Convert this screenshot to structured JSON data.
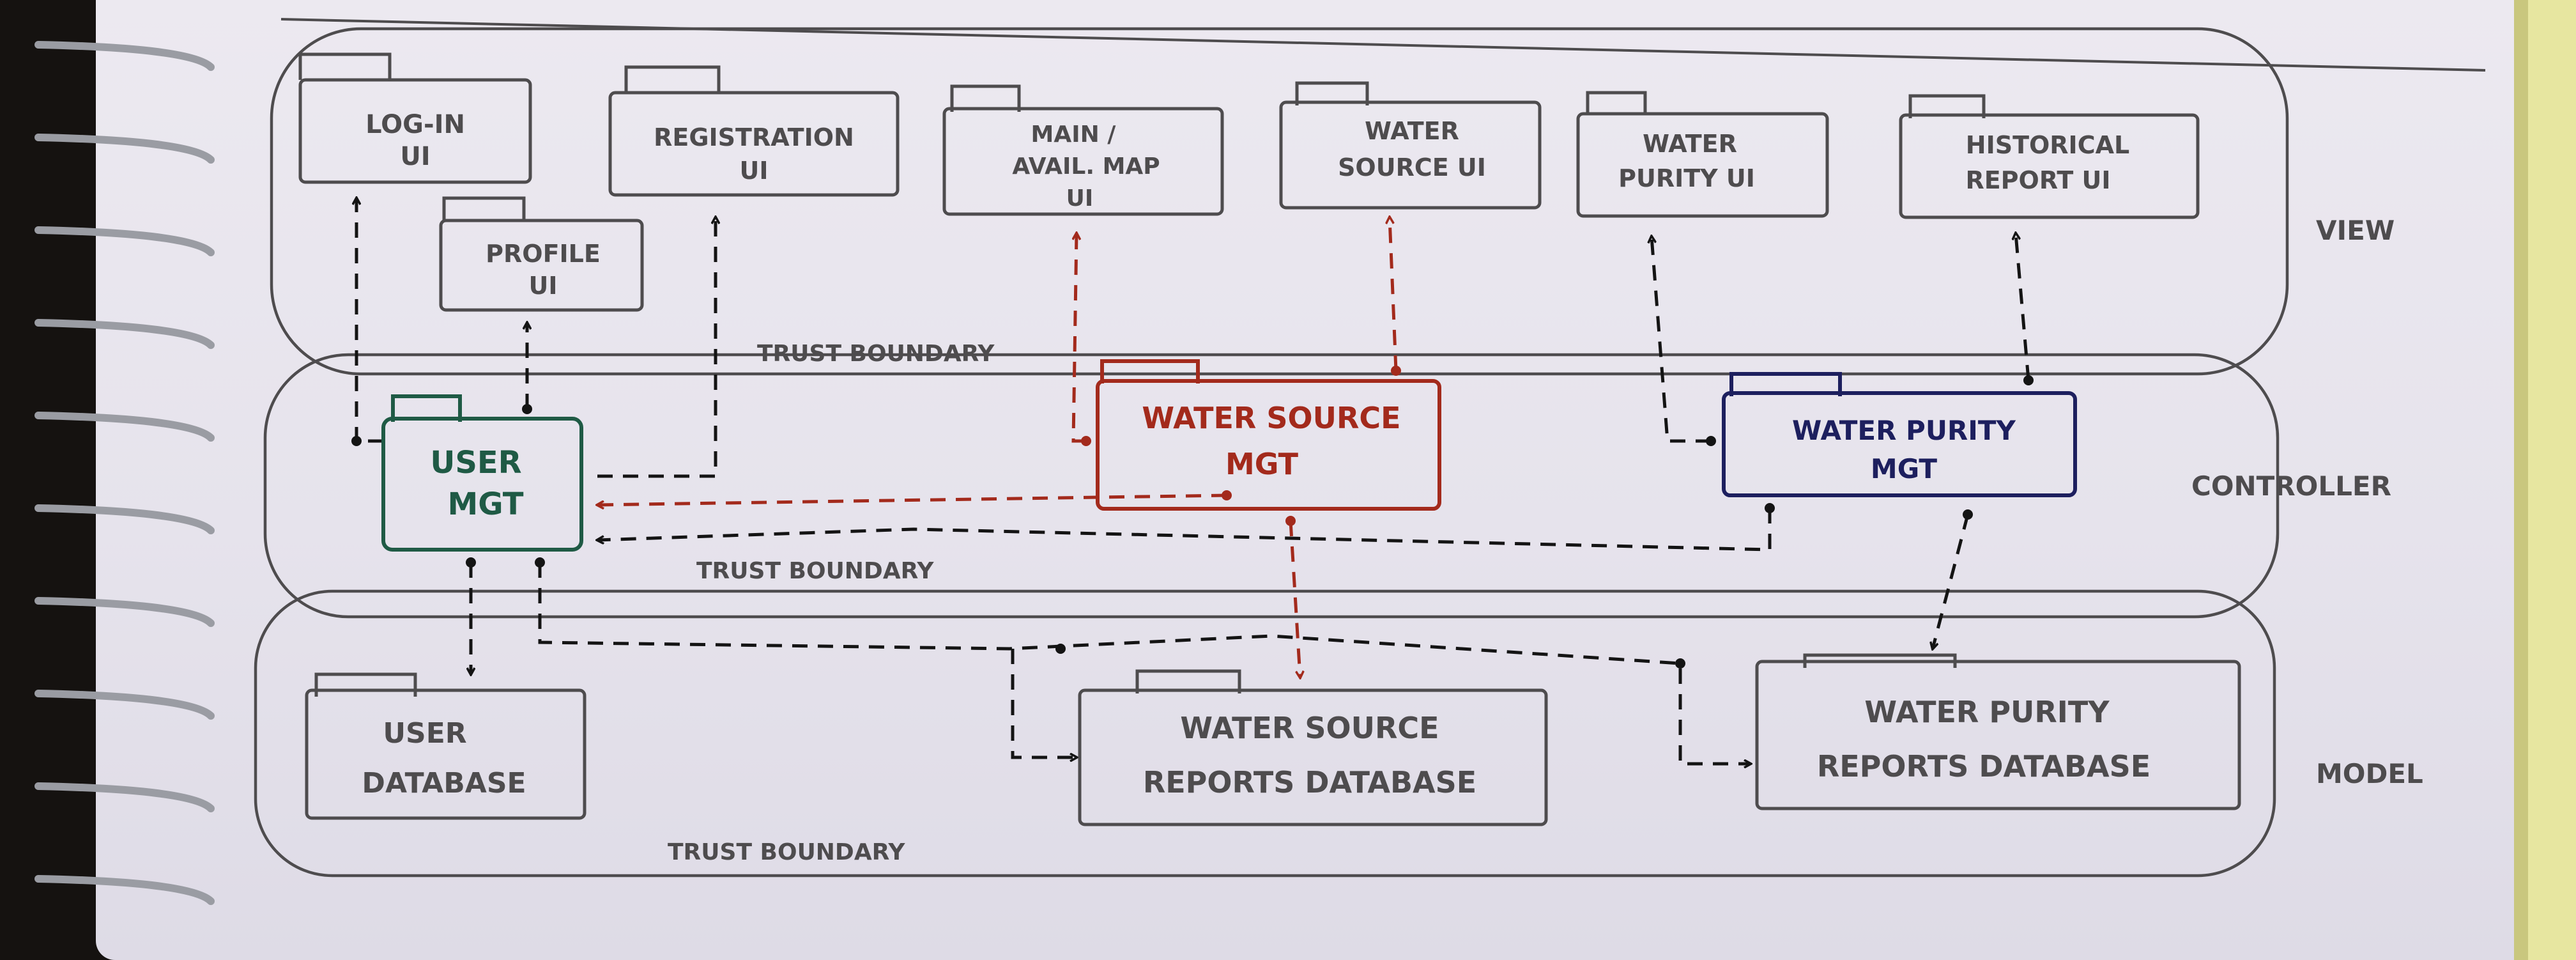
{
  "layers": {
    "view": "VIEW",
    "controller": "CONTROLLER",
    "model": "MODEL"
  },
  "trust_boundaries": [
    "TRUST BOUNDARY",
    "TRUST BOUNDARY",
    "TRUST BOUNDARY"
  ],
  "view_packages": {
    "login": [
      "LOG-IN",
      "UI"
    ],
    "registration": [
      "REGISTRATION",
      "UI"
    ],
    "profile": [
      "PROFILE",
      "UI"
    ],
    "main_map": [
      "MAIN /",
      "AVAIL. MAP",
      "UI"
    ],
    "water_source_ui": [
      "WATER",
      "SOURCE UI"
    ],
    "water_purity_ui": [
      "WATER",
      "PURITY UI"
    ],
    "historical_report": [
      "HISTORICAL",
      "REPORT UI"
    ]
  },
  "controller_packages": {
    "user_mgt": [
      "USER",
      "MGT"
    ],
    "water_source_mgt": [
      "WATER SOURCE",
      "MGT"
    ],
    "water_purity_mgt": [
      "WATER PURITY",
      "MGT"
    ]
  },
  "model_packages": {
    "user_db": [
      "USER",
      "DATABASE"
    ],
    "water_source_db": [
      "WATER SOURCE",
      "REPORTS DATABASE"
    ],
    "water_purity_db": [
      "WATER PURITY",
      "REPORTS DATABASE"
    ]
  },
  "colors": {
    "pencil": "#4e4c4e",
    "ink": "#141414",
    "user_mgt": "#1f5a45",
    "water_source_mgt": "#a32a1c",
    "water_purity_mgt": "#1d1f5e",
    "spiral": "#9a9ca3"
  }
}
